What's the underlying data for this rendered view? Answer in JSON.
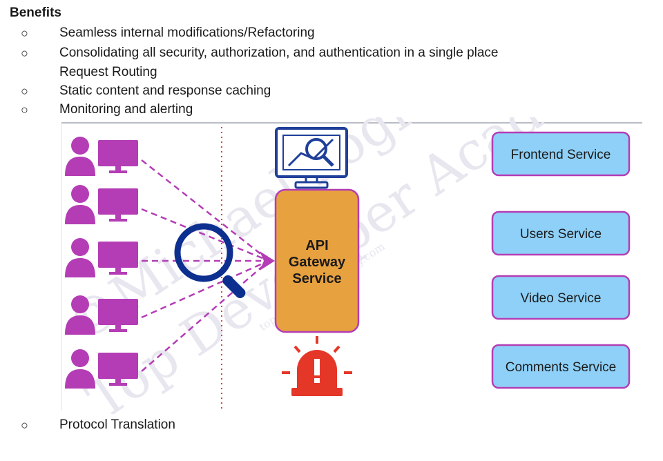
{
  "heading": "Benefits",
  "bullet_glyph": "○",
  "bullets": [
    "Seamless internal modifications/Refactoring",
    "Consolidating all security, authorization, and authentication in a single place",
    "Request Routing",
    "Static content and response caching",
    "Monitoring and alerting"
  ],
  "footer_bullet": "Protocol Translation",
  "watermark": {
    "line1": "©Michael Pogrebinsky",
    "line2": "Top Developer Academy",
    "url": "topdeveloperacademy.com"
  },
  "diagram": {
    "gateway_lines": [
      "API",
      "Gateway",
      "Service"
    ],
    "services": [
      {
        "label": "Frontend Service"
      },
      {
        "label": "Users Service"
      },
      {
        "label": "Video Service"
      },
      {
        "label": "Comments Service"
      }
    ],
    "icons": {
      "client": "user-with-monitor-icon",
      "inspection": "magnifying-glass-icon",
      "monitoring": "monitoring-screen-icon",
      "alert": "alarm-siren-icon"
    },
    "colors": {
      "client": "#b43db5",
      "gateway_fill": "#e7a13f",
      "gateway_border": "#b43db5",
      "service_fill": "#8ed0f7",
      "service_border": "#b43db5",
      "magnifier": "#0d2f8f",
      "monitor": "#1f3f99",
      "alert": "#e43728",
      "divider": "#d9443b"
    }
  }
}
